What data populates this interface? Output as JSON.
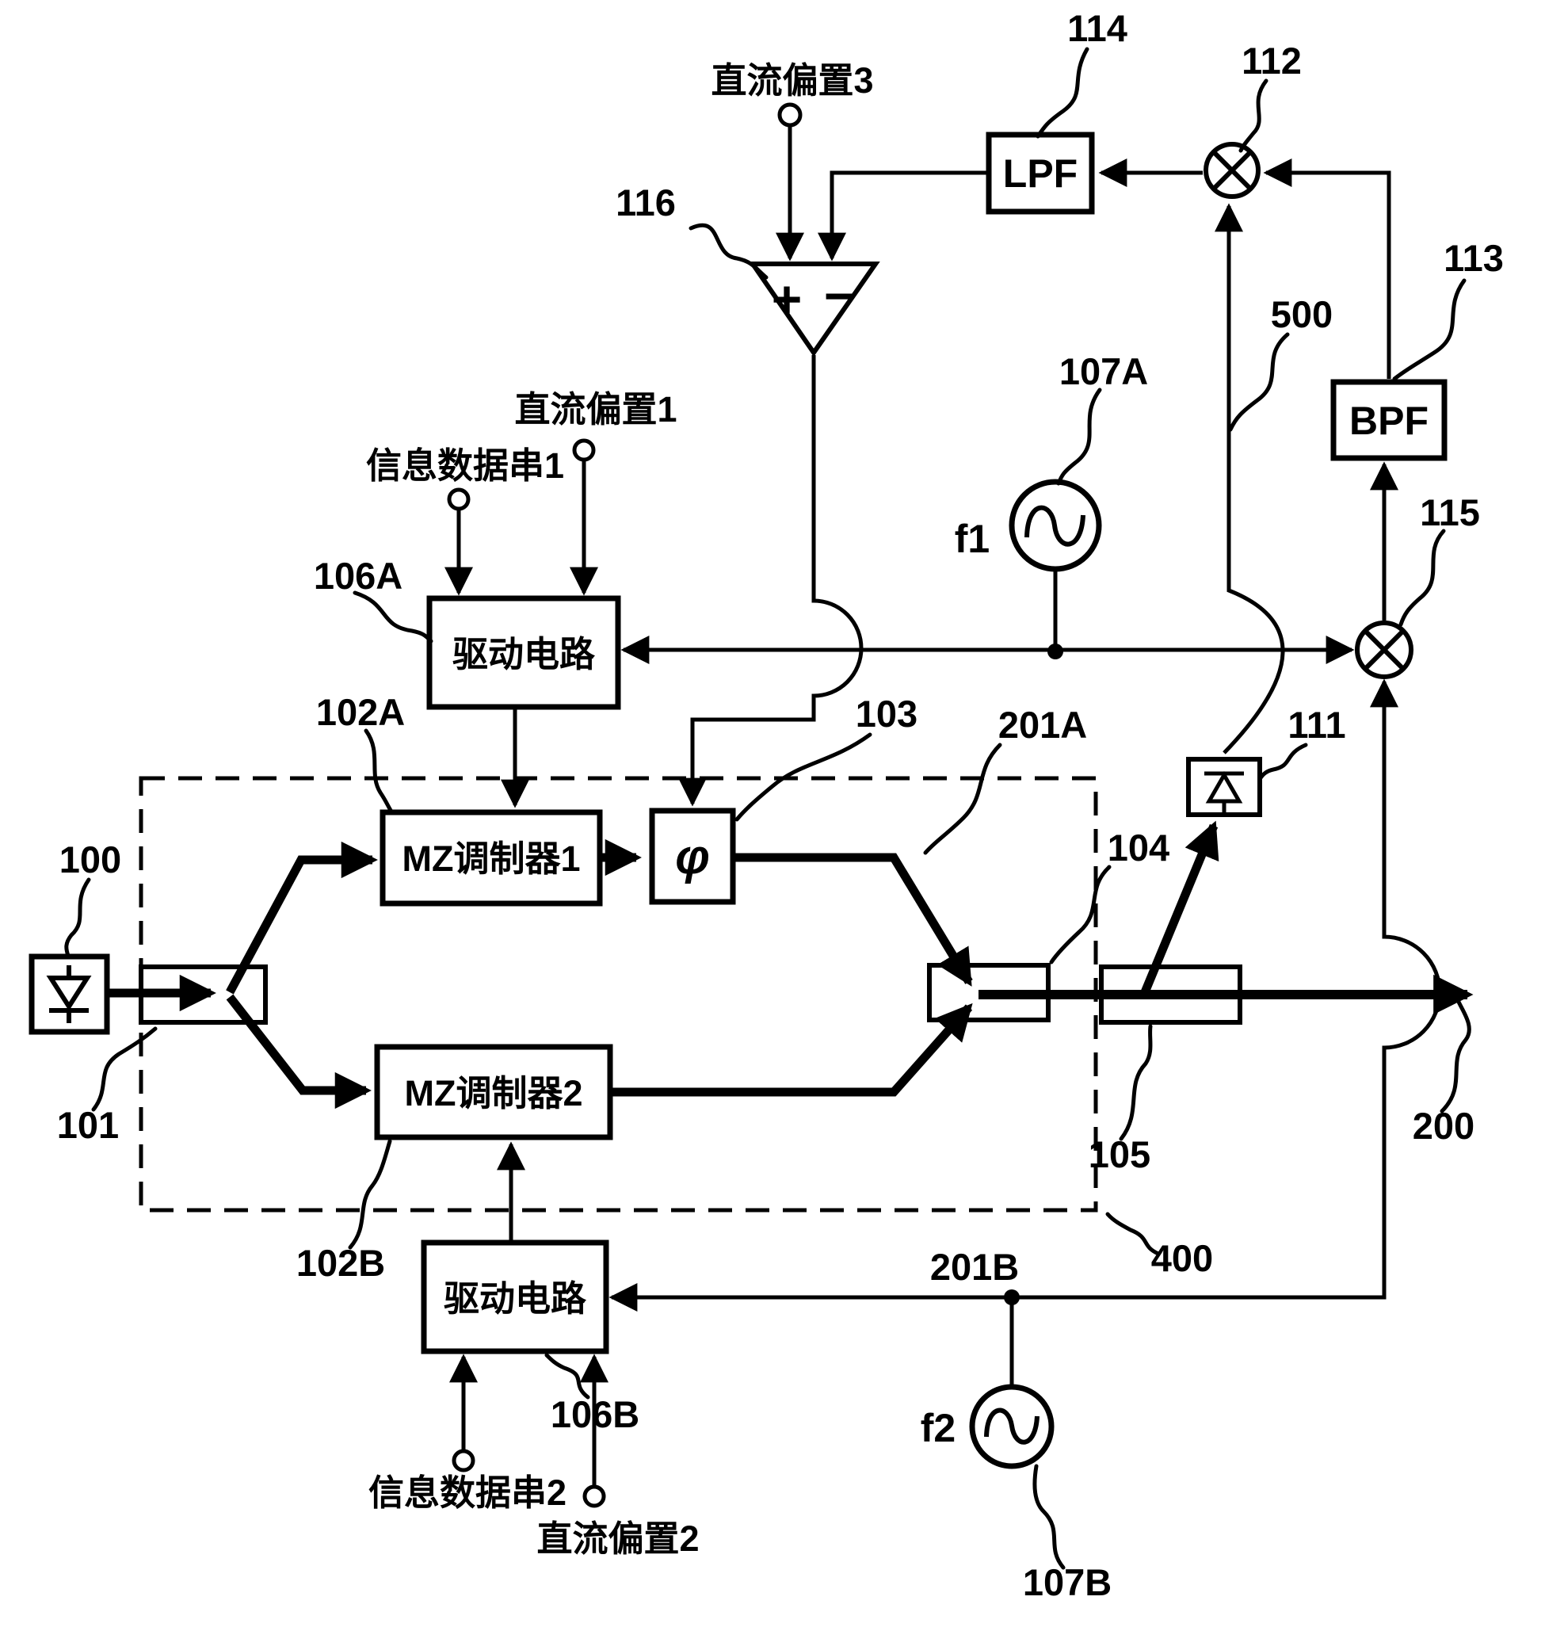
{
  "diagram": {
    "bg": "#ffffff",
    "ink": "#000000",
    "boxes": {
      "lpf": "LPF",
      "bpf": "BPF",
      "mz1": "MZ调制器1",
      "mz2": "MZ调制器2",
      "drive_a": "驱动电路",
      "drive_b": "驱动电路",
      "phase_shifter": "φ"
    },
    "comparator": {
      "plus": "+",
      "minus": "−"
    },
    "sources": {
      "f1": "f1",
      "f2": "f2"
    },
    "terminals": {
      "dc_bias3": "直流偏置3",
      "dc_bias1": "直流偏置1",
      "dc_bias2": "直流偏置2",
      "data_stream1": "信息数据串1",
      "data_stream2": "信息数据串2"
    },
    "refs": {
      "n100": "100",
      "n101": "101",
      "n102a": "102A",
      "n102b": "102B",
      "n103": "103",
      "n104": "104",
      "n105": "105",
      "n106a": "106A",
      "n106b": "106B",
      "n107a": "107A",
      "n107b": "107B",
      "n111": "111",
      "n112": "112",
      "n113": "113",
      "n114": "114",
      "n115": "115",
      "n116": "116",
      "n200": "200",
      "n201a": "201A",
      "n201b": "201B",
      "n400": "400",
      "n500": "500"
    }
  }
}
